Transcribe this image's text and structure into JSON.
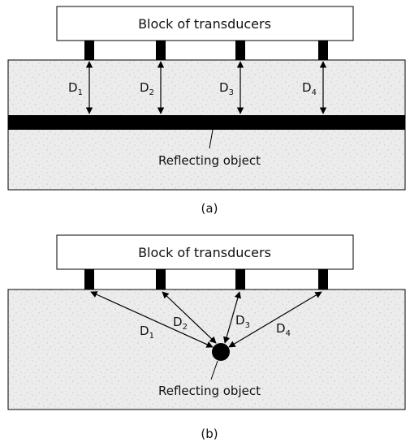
{
  "colors": {
    "medium": "#ececec",
    "speckle": "#c9c9c9",
    "ink": "#000000",
    "block_fill": "#ffffff"
  },
  "panel_a": {
    "block_label": "Block of transducers",
    "distances": [
      {
        "main": "D",
        "sub": "1"
      },
      {
        "main": "D",
        "sub": "2"
      },
      {
        "main": "D",
        "sub": "3"
      },
      {
        "main": "D",
        "sub": "4"
      }
    ],
    "object_label": "Reflecting object",
    "caption": "(a)"
  },
  "panel_b": {
    "block_label": "Block of transducers",
    "distances": [
      {
        "main": "D",
        "sub": "1"
      },
      {
        "main": "D",
        "sub": "2"
      },
      {
        "main": "D",
        "sub": "3"
      },
      {
        "main": "D",
        "sub": "4"
      }
    ],
    "object_label": "Reflecting object",
    "caption": "(b)"
  }
}
